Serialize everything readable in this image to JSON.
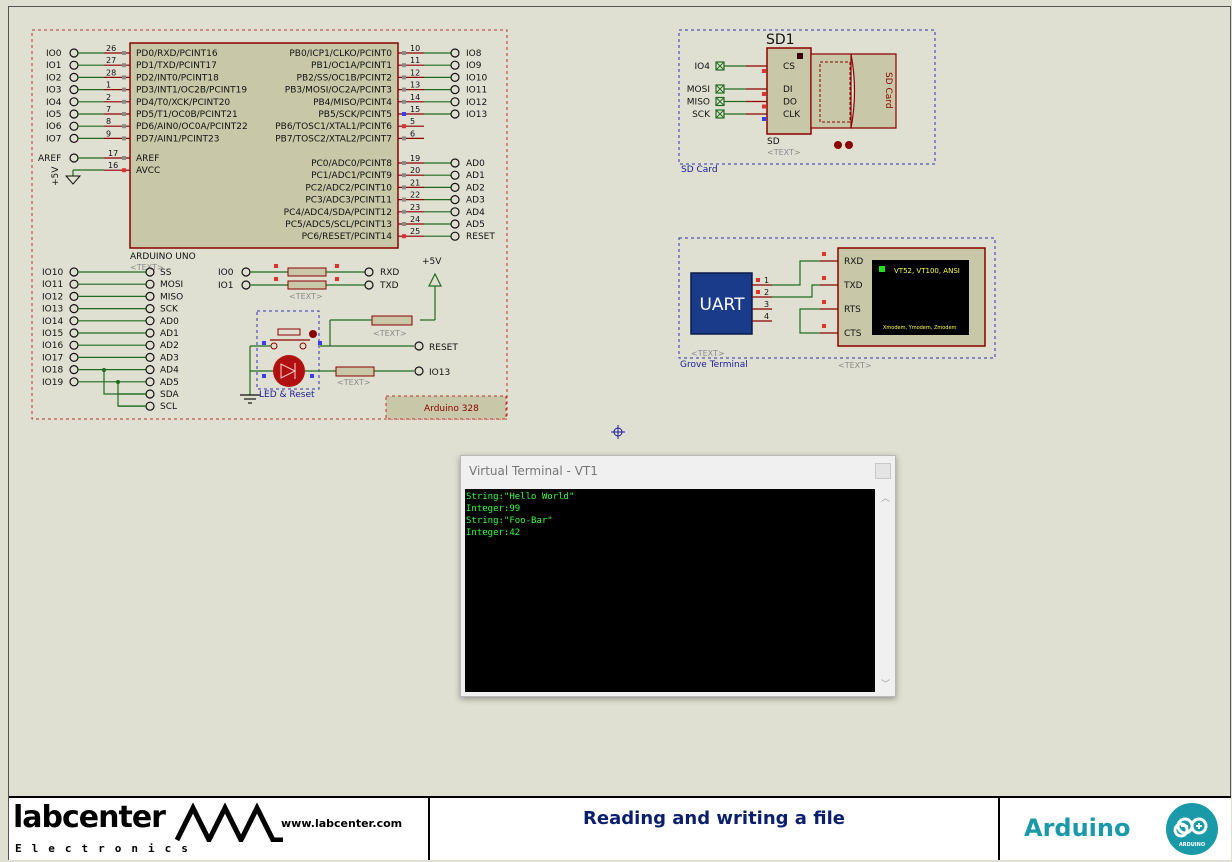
{
  "colors": {
    "accent": "#1a9aa8",
    "terminal_text": "#30ff40",
    "title_text": "#0b1f6e",
    "wire": "#1f6b1f",
    "component": "#8b0000"
  },
  "arduino": {
    "ref": "ARDUINO UNO",
    "text_tag": "<TEXT>",
    "module_label": "Arduino 328",
    "left_pins": [
      {
        "net": "IO0",
        "num": "26",
        "name": "PD0/RXD/PCINT16"
      },
      {
        "net": "IO1",
        "num": "27",
        "name": "PD1/TXD/PCINT17"
      },
      {
        "net": "IO2",
        "num": "28",
        "name": "PD2/INT0/PCINT18"
      },
      {
        "net": "IO3",
        "num": "1",
        "name": "PD3/INT1/OC2B/PCINT19"
      },
      {
        "net": "IO4",
        "num": "2",
        "name": "PD4/T0/XCK/PCINT20"
      },
      {
        "net": "IO5",
        "num": "7",
        "name": "PD5/T1/OC0B/PCINT21"
      },
      {
        "net": "IO6",
        "num": "8",
        "name": "PD6/AIN0/OC0A/PCINT22"
      },
      {
        "net": "IO7",
        "num": "9",
        "name": "PD7/AIN1/PCINT23"
      }
    ],
    "right_pins": [
      {
        "net": "IO8",
        "num": "10",
        "name": "PB0/ICP1/CLKO/PCINT0"
      },
      {
        "net": "IO9",
        "num": "11",
        "name": "PB1/OC1A/PCINT1"
      },
      {
        "net": "IO10",
        "num": "12",
        "name": "PB2/SS/OC1B/PCINT2"
      },
      {
        "net": "IO11",
        "num": "13",
        "name": "PB3/MOSI/OC2A/PCINT3"
      },
      {
        "net": "IO12",
        "num": "14",
        "name": "PB4/MISO/PCINT4"
      },
      {
        "net": "IO13",
        "num": "15",
        "name": "PB5/SCK/PCINT5"
      },
      {
        "net": "",
        "num": "5",
        "name": "PB6/TOSC1/XTAL1/PCINT6"
      },
      {
        "net": "",
        "num": "6",
        "name": "PB7/TOSC2/XTAL2/PCINT7"
      }
    ],
    "analog_pins": [
      {
        "net": "AD0",
        "num": "19",
        "name": "PC0/ADC0/PCINT8"
      },
      {
        "net": "AD1",
        "num": "20",
        "name": "PC1/ADC1/PCINT9"
      },
      {
        "net": "AD2",
        "num": "21",
        "name": "PC2/ADC2/PCINT10"
      },
      {
        "net": "AD3",
        "num": "22",
        "name": "PC3/ADC3/PCINT11"
      },
      {
        "net": "AD4",
        "num": "23",
        "name": "PC4/ADC4/SDA/PCINT12"
      },
      {
        "net": "AD5",
        "num": "24",
        "name": "PC5/ADC5/SCL/PCINT13"
      },
      {
        "net": "RESET",
        "num": "25",
        "name": "PC6/RESET/PCINT14"
      }
    ],
    "power_pins": [
      {
        "net": "AREF",
        "num": "17",
        "name": "AREF"
      },
      {
        "net": "",
        "num": "16",
        "name": "AVCC"
      }
    ],
    "vcc_label": "+5V",
    "alias_left": [
      "IO10",
      "IO11",
      "IO12",
      "IO13",
      "IO14",
      "IO15",
      "IO16",
      "IO17",
      "IO18",
      "IO19"
    ],
    "alias_right": [
      "SS",
      "MOSI",
      "MISO",
      "SCK",
      "AD0",
      "AD1",
      "AD2",
      "AD3",
      "AD4",
      "AD5",
      "SDA",
      "SCL"
    ],
    "serial_left": [
      "IO0",
      "IO1"
    ],
    "serial_right": [
      "RXD",
      "TXD"
    ],
    "reset_vcc": "+5V",
    "reset_label": "RESET",
    "led_net": "IO13",
    "led_group_label": "LED & Reset"
  },
  "sd_card": {
    "ref": "SD1",
    "part": "SD",
    "text_tag": "<TEXT>",
    "pins": [
      {
        "net": "IO4",
        "name": "CS"
      },
      {
        "net": "MOSI",
        "name": "DI"
      },
      {
        "net": "MISO",
        "name": "DO"
      },
      {
        "net": "SCK",
        "name": "CLK"
      }
    ],
    "card_label": "SD Card",
    "group_label": "SD Card"
  },
  "terminal_module": {
    "uart_label": "UART",
    "text_tag": "<TEXT>",
    "uart_pins": [
      "1",
      "2",
      "3",
      "4"
    ],
    "term_pins": [
      "RXD",
      "TXD",
      "RTS",
      "CTS"
    ],
    "screen_line1": "VT52, VT100, ANSI",
    "screen_line2": "Xmodem, Ymodem, Zmodem",
    "group_label": "Grove Terminal"
  },
  "virtual_terminal": {
    "title": "Virtual Terminal - VT1",
    "lines": [
      "String:\"Hello World\"",
      "Integer:99",
      "String:\"Foo-Bar\"",
      "Integer:42"
    ]
  },
  "title_block": {
    "company": "labcenter",
    "company_sub": "Electronics",
    "url": "www.labcenter.com",
    "document_title": "Reading and writing a file",
    "brand": "Arduino",
    "brand_badge": "ARDUINO"
  }
}
